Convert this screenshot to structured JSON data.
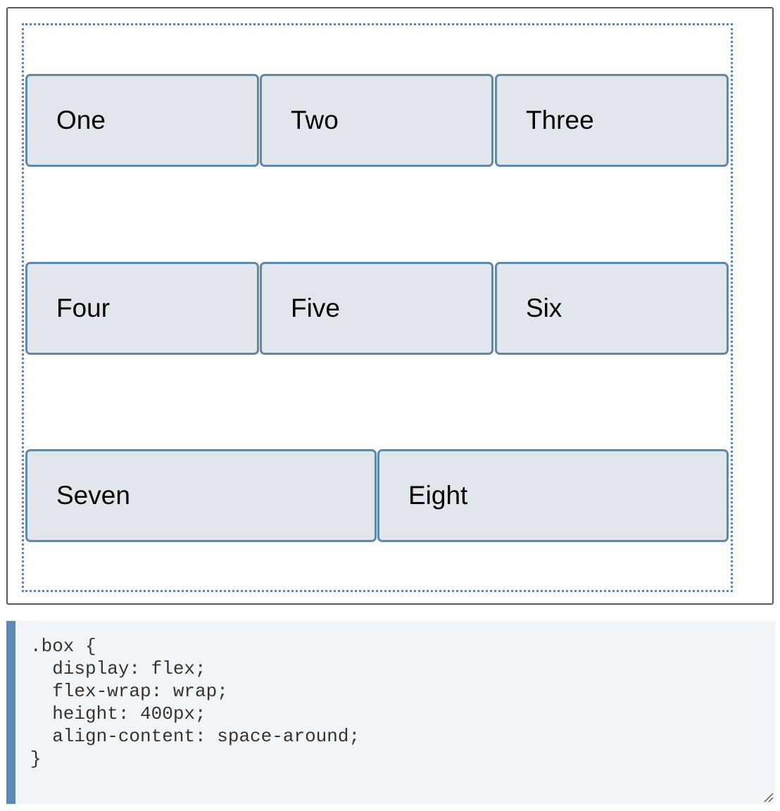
{
  "demo": {
    "items": [
      {
        "label": "One"
      },
      {
        "label": "Two"
      },
      {
        "label": "Three"
      },
      {
        "label": "Four"
      },
      {
        "label": "Five"
      },
      {
        "label": "Six"
      },
      {
        "label": "Seven"
      },
      {
        "label": "Eight"
      }
    ]
  },
  "code": {
    "lines": [
      ".box {",
      "  display: flex;",
      "  flex-wrap: wrap;",
      "  height: 400px;",
      "  align-content: space-around;",
      "}"
    ]
  },
  "icons": {
    "resize": "resize-grip-icon"
  },
  "colors": {
    "item_background": "#e0e6ec",
    "item_border": "#6088a7",
    "code_accent": "#5b8ab9",
    "code_background": "#f2f5f7"
  }
}
